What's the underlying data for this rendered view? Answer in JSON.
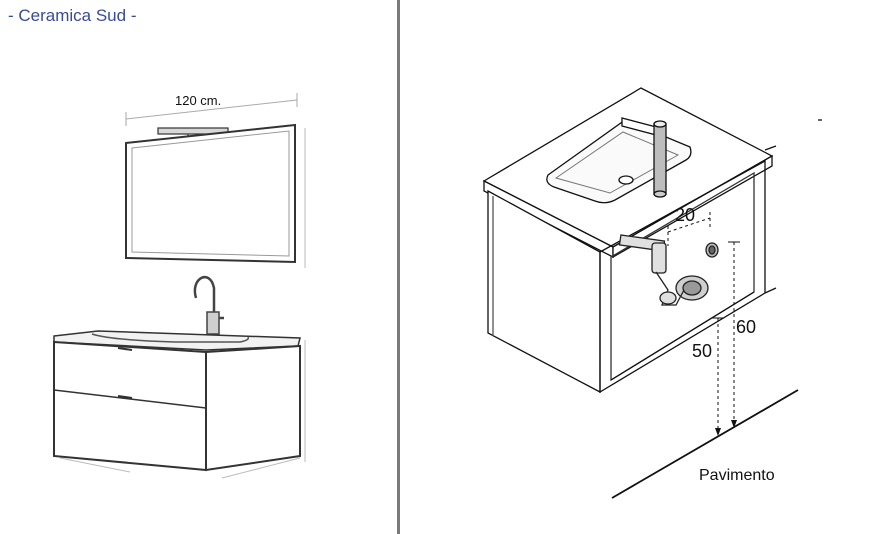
{
  "brand": {
    "text": "- Ceramica Sud -",
    "color": "#3a4a9a"
  },
  "left_view": {
    "width_label": "120 cm."
  },
  "right_view": {
    "dim_horizontal": "20",
    "dim_drain_height": "50",
    "dim_supply_height": "60",
    "floor_label": "Pavimento"
  }
}
